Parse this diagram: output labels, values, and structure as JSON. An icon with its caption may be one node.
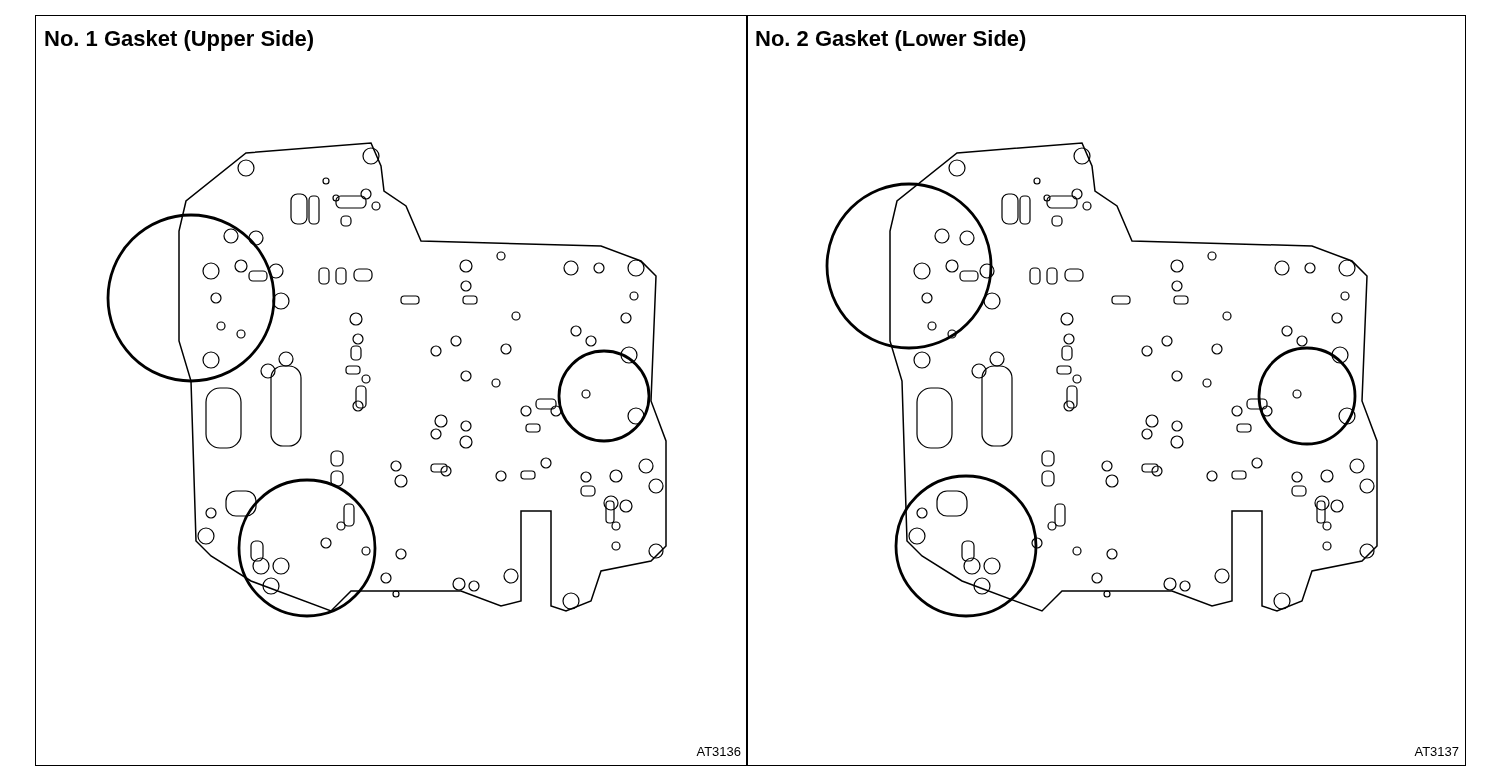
{
  "diagram": {
    "nodes": [
      {
        "text": [
          "No. 1 Gasket (Upper Side)",
          "AT3136"
        ]
      },
      {
        "text": [
          "No. 2 Gasket (Lower Side)",
          "AT3137"
        ]
      }
    ]
  }
}
